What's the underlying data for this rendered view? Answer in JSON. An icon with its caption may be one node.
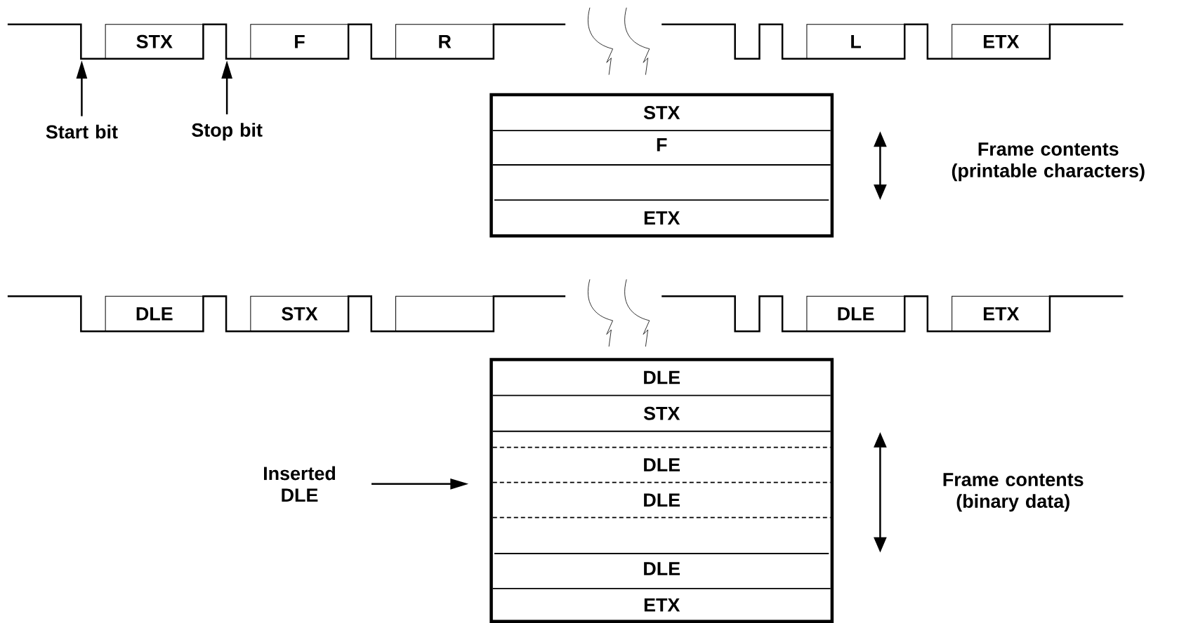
{
  "diagram": {
    "nodes": [
      {
        "text": [
          "STX"
        ]
      },
      {
        "text": [
          "F"
        ]
      },
      {
        "text": [
          "R"
        ]
      },
      {
        "text": [
          "L"
        ]
      },
      {
        "text": [
          "ETX"
        ]
      },
      {
        "text": [
          "Start bit"
        ]
      },
      {
        "text": [
          "Stop bit"
        ]
      },
      {
        "text": [],
        "shape": "box"
      },
      {
        "text": [
          "STX"
        ],
        "in": 7
      },
      {
        "text": [
          "F"
        ],
        "in": 7
      },
      {
        "text": [],
        "shape": "box",
        "in": 7
      },
      {
        "text": [
          "ETX"
        ],
        "in": 7
      },
      {
        "text": [
          "DLE"
        ]
      },
      {
        "text": [
          "STX"
        ]
      },
      {
        "text": [],
        "shape": "box"
      },
      {
        "text": [
          "DLE"
        ]
      },
      {
        "text": [
          "ETX"
        ]
      },
      {
        "text": [],
        "shape": "box"
      },
      {
        "text": [
          "DLE"
        ],
        "in": 17
      },
      {
        "text": [
          "STX"
        ],
        "in": 17
      },
      {
        "text": [
          "DLE"
        ],
        "in": 17
      },
      {
        "text": [
          "DLE"
        ],
        "in": 17
      },
      {
        "text": [],
        "shape": "box",
        "in": 17
      },
      {
        "text": [
          "DLE"
        ],
        "in": 17
      },
      {
        "text": [
          "ETX"
        ],
        "in": 17
      },
      {
        "text": [
          "Inserted DLE"
        ]
      }
    ],
    "edges": [
      {
        "from": 5,
        "to": null,
        "arrow": "to"
      },
      {
        "from": 6,
        "to": null,
        "arrow": "to"
      },
      {
        "from": 25,
        "to": 17,
        "arrow": "to"
      }
    ],
    "labels": [
      "Frame contents (printable characters)",
      "Frame contents (binary data)"
    ]
  }
}
